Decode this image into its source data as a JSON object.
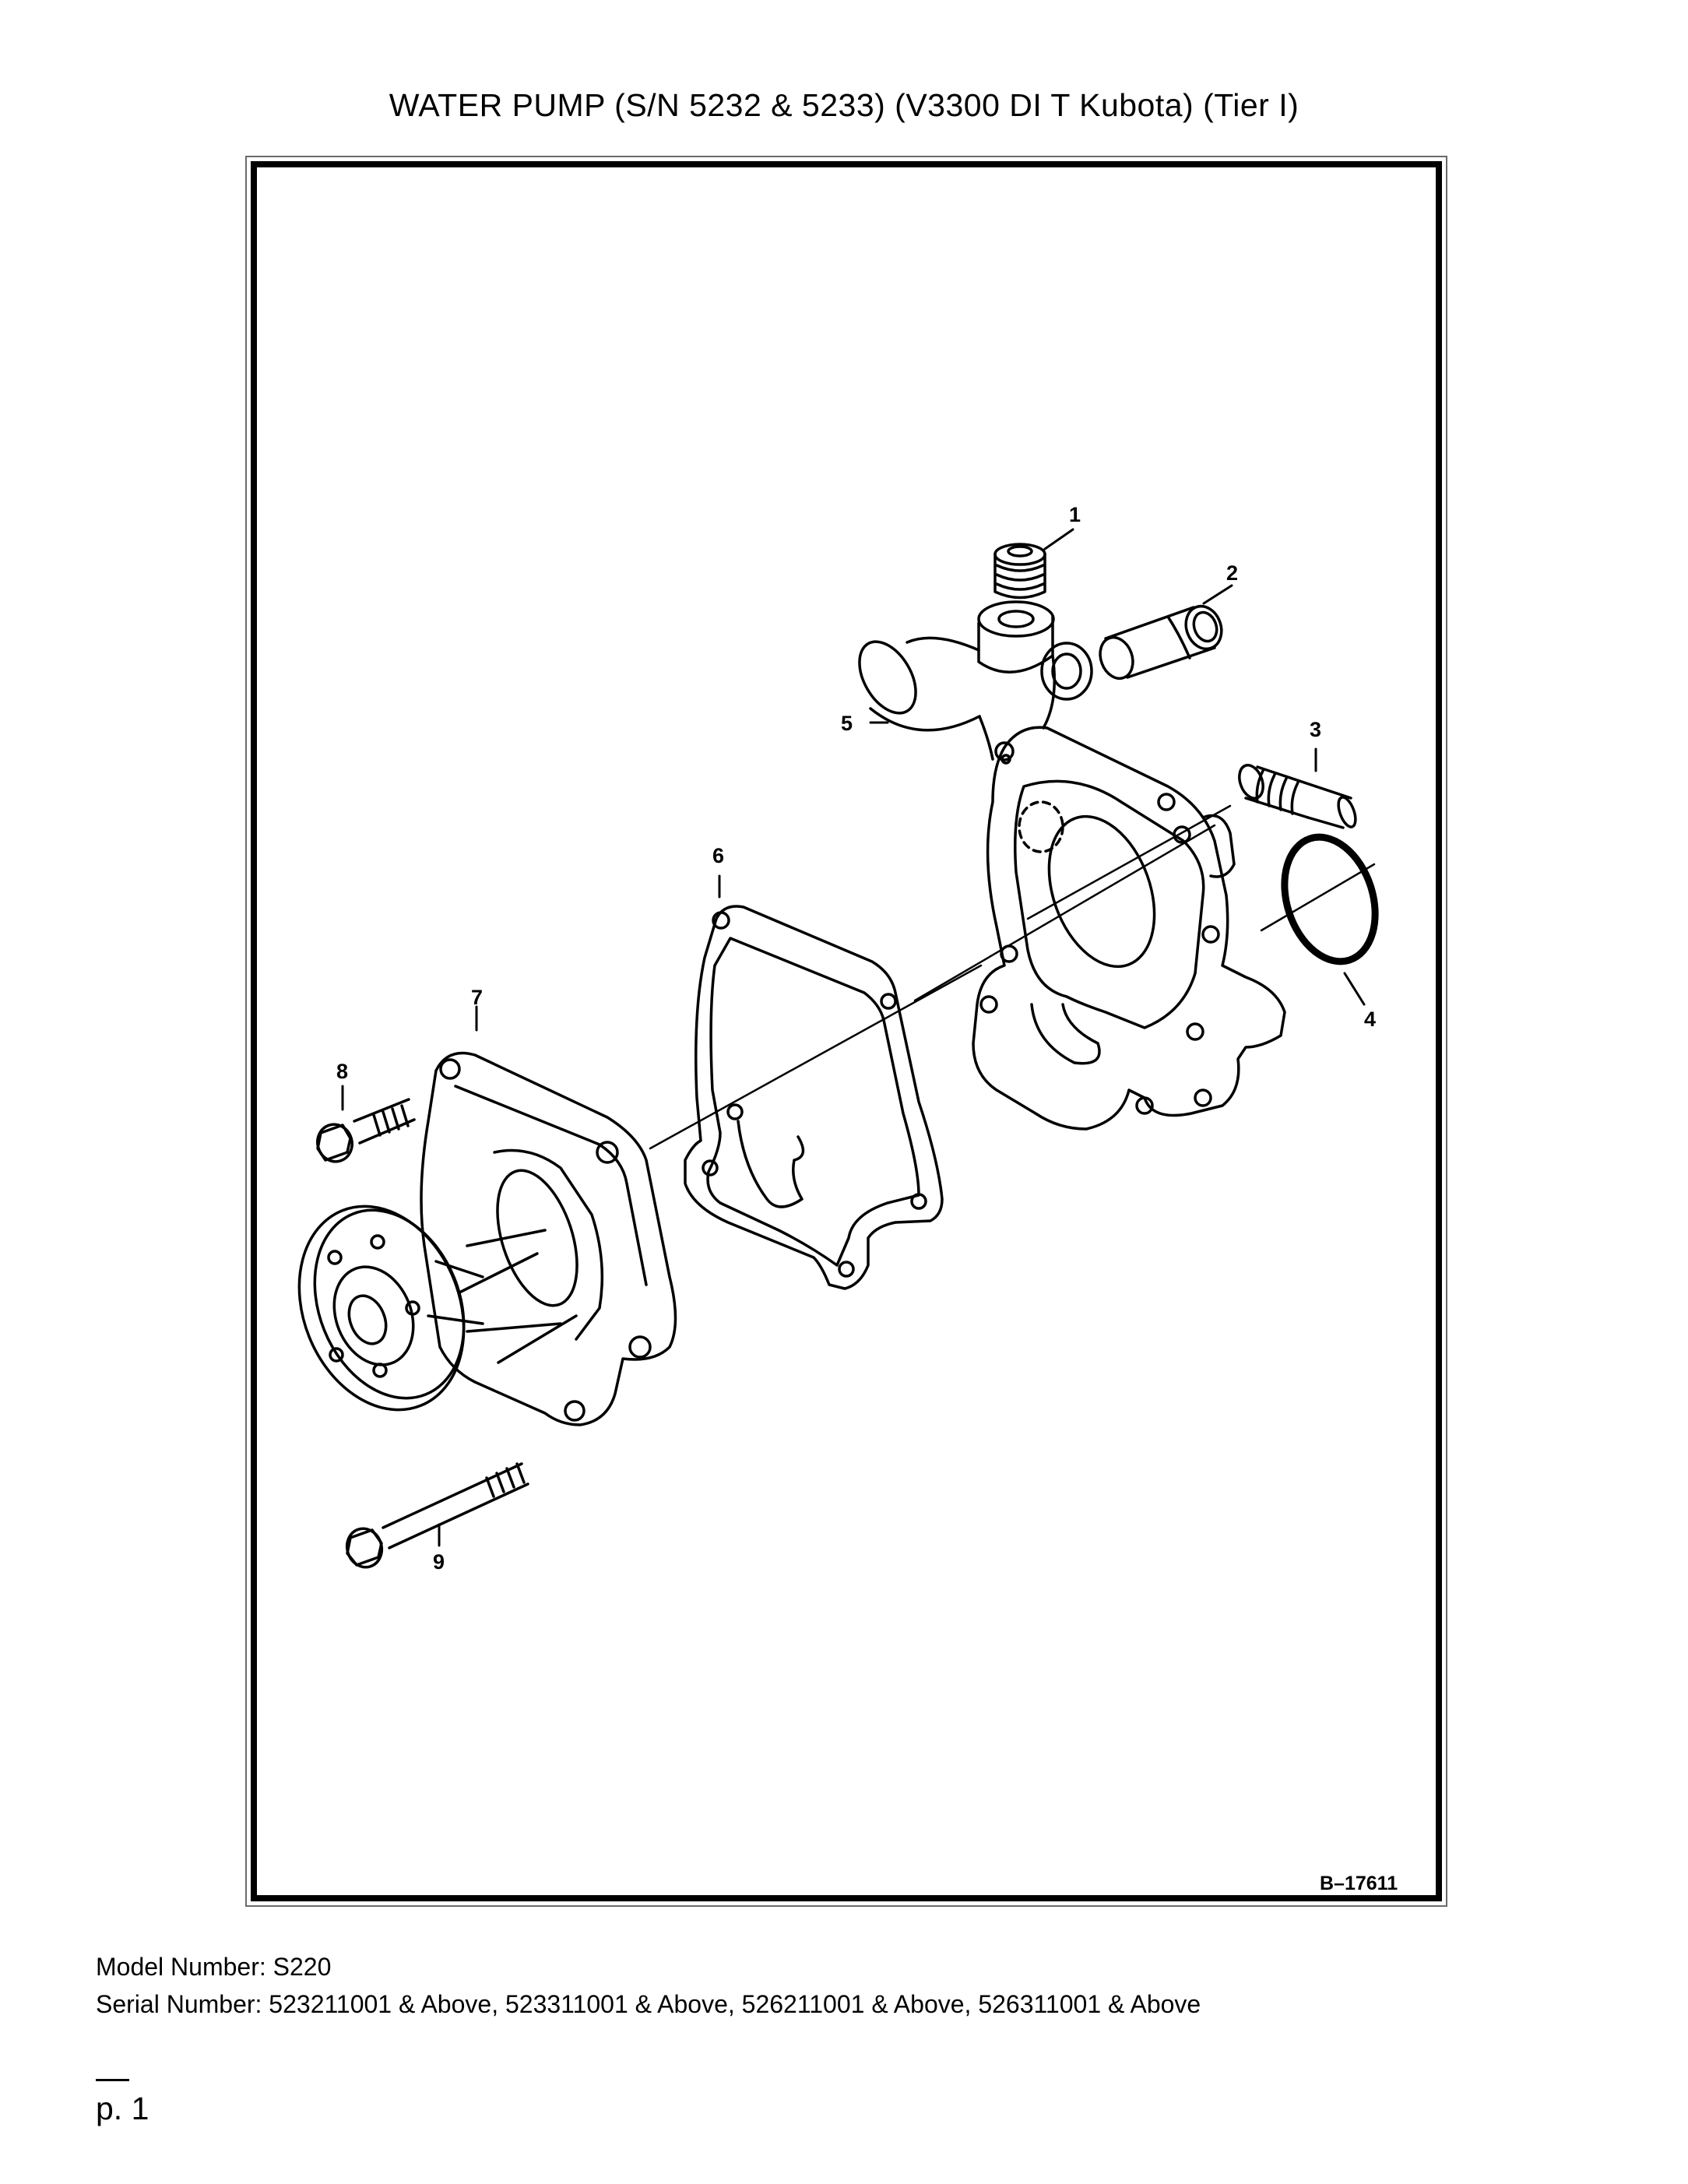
{
  "header": {
    "title": "WATER PUMP (S/N 5232 & 5233) (V3300 DI T Kubota) (Tier I)"
  },
  "diagram": {
    "drawing_id": "B–17611",
    "callouts": [
      "1",
      "2",
      "3",
      "4",
      "5",
      "6",
      "7",
      "8",
      "9"
    ]
  },
  "footer": {
    "model": "Model Number: S220",
    "serial": "Serial Number: 523211001 & Above, 523311001 & Above, 526211001 & Above, 526311001 & Above",
    "page": "p. 1"
  }
}
